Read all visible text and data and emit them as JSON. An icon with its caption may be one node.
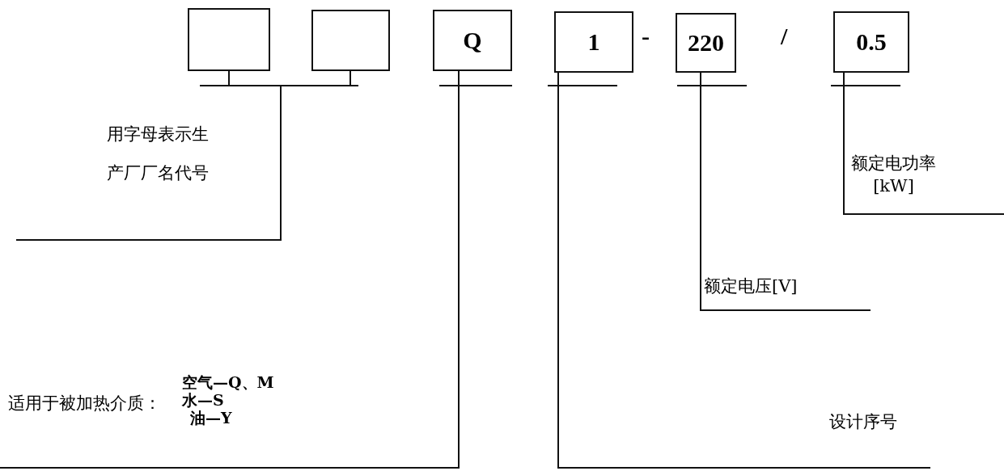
{
  "diagram": {
    "nodes": [
      {
        "text": [],
        "shape": "box"
      },
      {
        "text": [],
        "shape": "box"
      },
      {
        "text": [
          "Q"
        ]
      },
      {
        "text": [
          "1"
        ]
      },
      {
        "text": [
          "220"
        ]
      },
      {
        "text": [
          "0.5"
        ]
      },
      {
        "text": [
          "用字母表示生产厂厂名代号"
        ]
      },
      {
        "text": [
          "适用于被加热介质：",
          "空气—Q、M",
          "水—S",
          "油—Y"
        ]
      },
      {
        "text": [
          "设计序号"
        ]
      },
      {
        "text": [
          "额定电压[V]"
        ]
      },
      {
        "text": [
          "额定电功率[kW]"
        ]
      }
    ],
    "edges": [
      {
        "from": 0,
        "to": 6,
        "arrow": "none"
      },
      {
        "from": 1,
        "to": 6,
        "arrow": "none"
      },
      {
        "from": 2,
        "to": 7,
        "arrow": "none"
      },
      {
        "from": 3,
        "to": 8,
        "arrow": "none"
      },
      {
        "from": 4,
        "to": 9,
        "arrow": "none"
      },
      {
        "from": 5,
        "to": 10,
        "arrow": "none"
      }
    ],
    "labels": [
      "-",
      "/"
    ]
  }
}
